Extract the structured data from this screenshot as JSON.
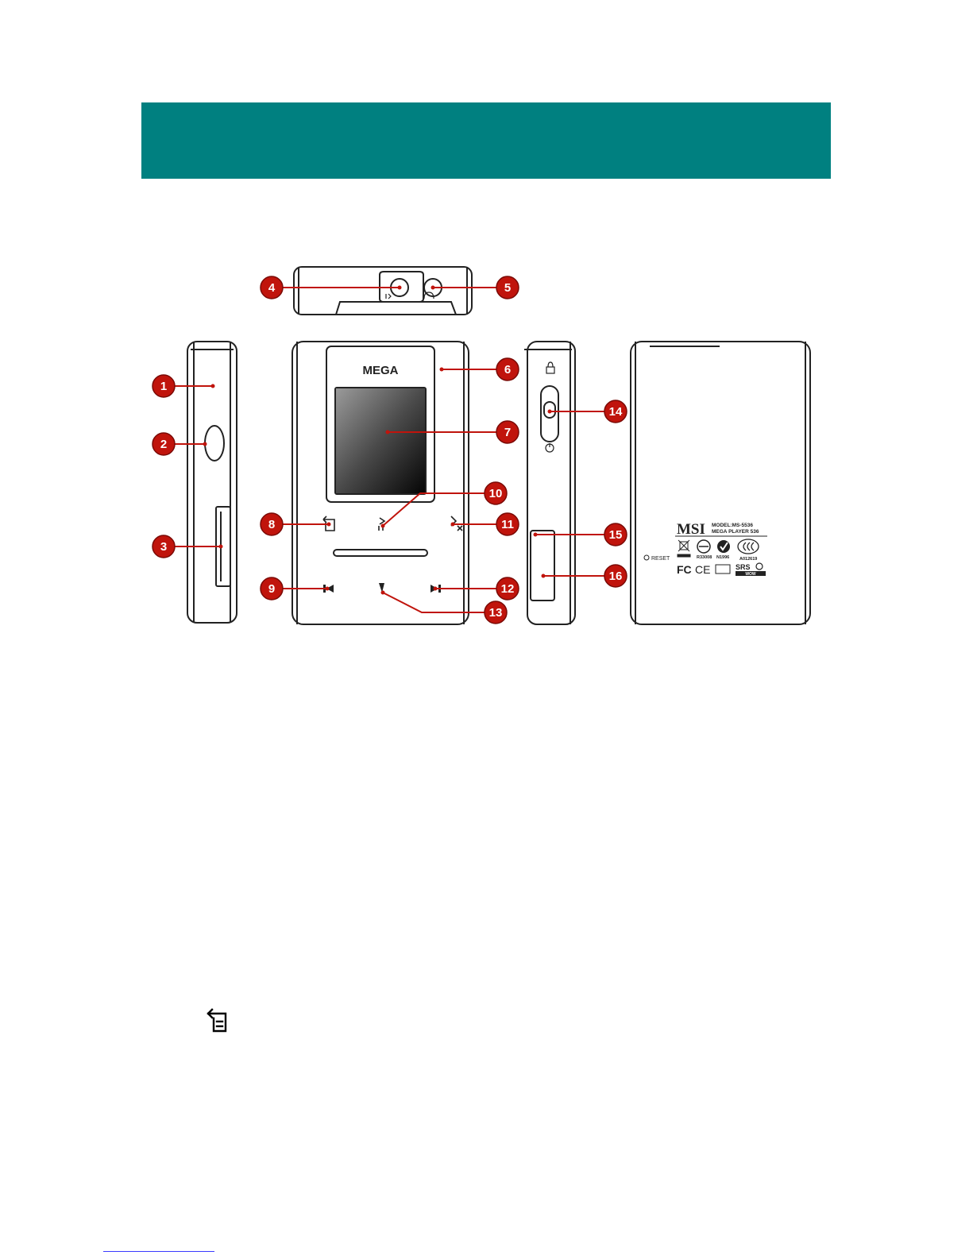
{
  "diagram": {
    "front_logo": "MEGA",
    "reset_label": "RESET",
    "back_label": {
      "brand": "MSI",
      "model": "MODEL:MS-5536",
      "product": "MEGA PLAYER 536",
      "cert_1": "R33008",
      "cert_2": "N1996",
      "cert_3": "A012619",
      "fcc": "FC",
      "ce": "CE",
      "srs": "SRS",
      "wow": "WOW"
    },
    "callouts": [
      "1",
      "2",
      "3",
      "4",
      "5",
      "6",
      "7",
      "8",
      "9",
      "10",
      "11",
      "12",
      "13",
      "14",
      "15",
      "16"
    ]
  },
  "colors": {
    "header": "#008080",
    "callout": "#c0140c",
    "outline": "#222222"
  },
  "icons": {
    "below": "menu-back-icon"
  }
}
